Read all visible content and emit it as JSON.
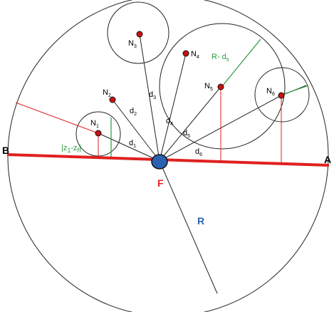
{
  "labels": {
    "B": "B",
    "A": "A",
    "F": "F",
    "R": "R",
    "N": "N",
    "d": "d",
    "radius_diff_prefix": "R- d",
    "radius_diff_sub": "5",
    "z_label": "|z",
    "z_sub1": "1",
    "z_mid": "-z",
    "z_sub2": "f",
    "z_end": "|"
  },
  "nodes": [
    {
      "name": "N",
      "sub": "1"
    },
    {
      "name": "N",
      "sub": "2"
    },
    {
      "name": "N",
      "sub": "3"
    },
    {
      "name": "N",
      "sub": "4"
    },
    {
      "name": "N",
      "sub": "5"
    },
    {
      "name": "N",
      "sub": "6"
    }
  ],
  "distances": [
    {
      "name": "d",
      "sub": "1"
    },
    {
      "name": "d",
      "sub": "2"
    },
    {
      "name": "d",
      "sub": "3"
    },
    {
      "name": "d",
      "sub": "4"
    },
    {
      "name": "d",
      "sub": "5"
    },
    {
      "name": "d",
      "sub": "6"
    }
  ],
  "colors": {
    "line_red": "#e02020",
    "line_green": "#2a9a3a",
    "focus_blue": "#2a62b0",
    "node_red": "#cc1111",
    "stroke": "#222222"
  }
}
